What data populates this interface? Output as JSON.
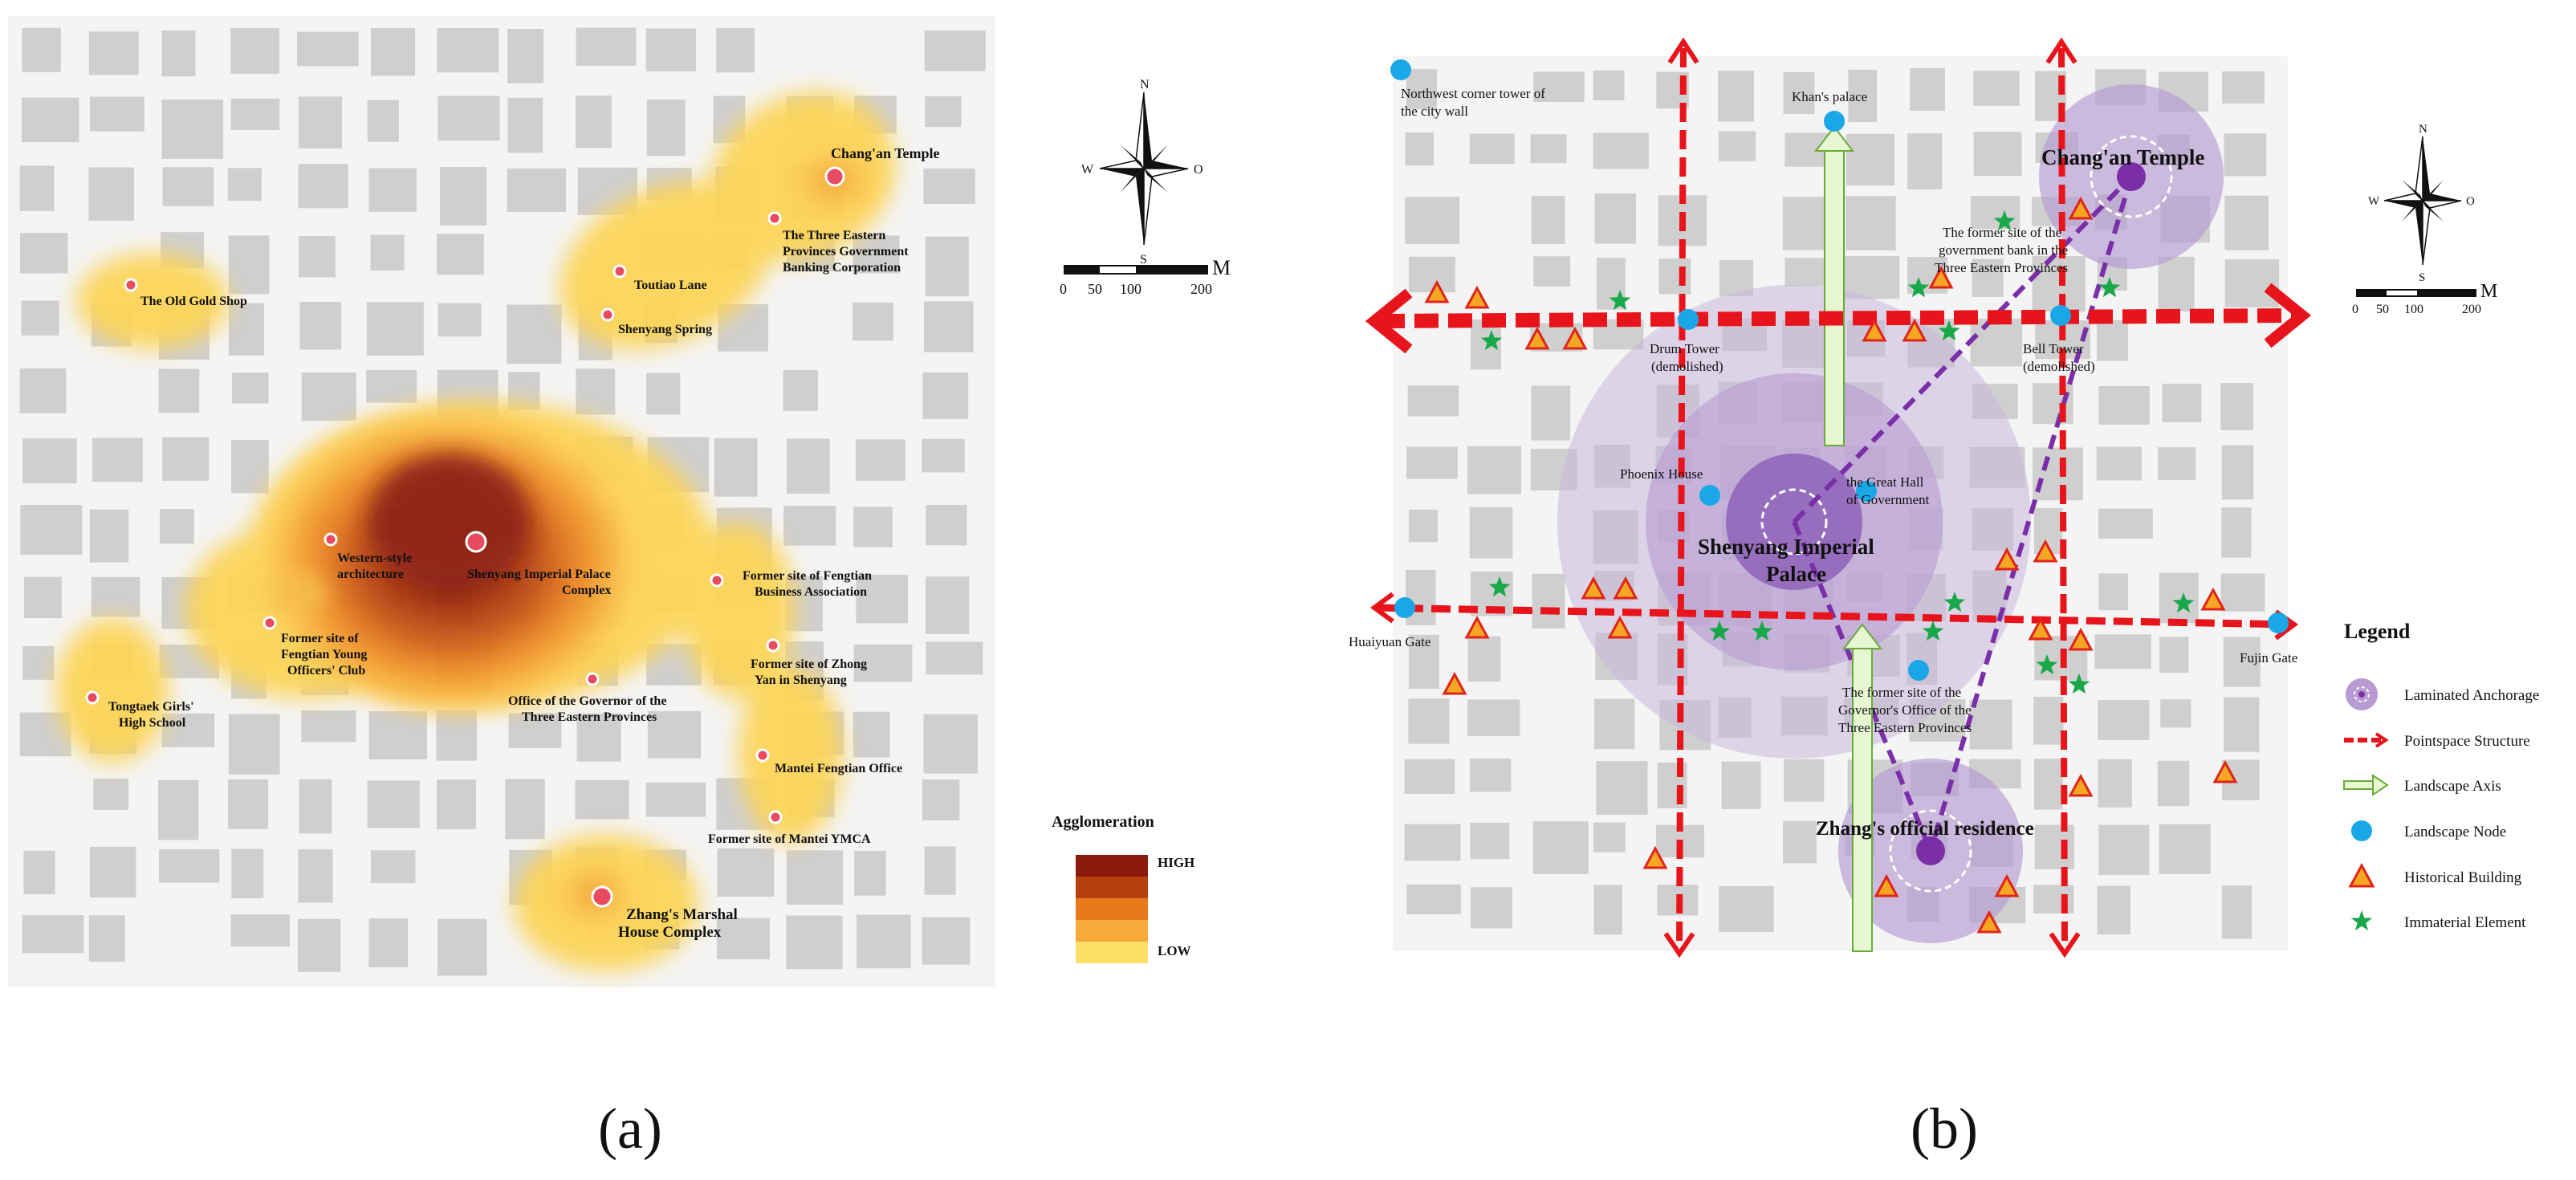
{
  "panel_a": {
    "caption": "(a)",
    "legend": {
      "title": "Agglomeration",
      "high": "HIGH",
      "low": "LOW",
      "ramp_colors": [
        "#8c1a0f",
        "#b4410f",
        "#e87a1c",
        "#f7a93a",
        "#fde068"
      ]
    },
    "labels": {
      "changan_temple": "Chang'an Temple",
      "three_eastern_bank": [
        "The Three Eastern",
        "Provinces Government",
        "Banking Corporation"
      ],
      "toutiao_lane": "Toutiao Lane",
      "shenyang_spring": "Shenyang Spring",
      "old_gold_shop": "The Old Gold Shop",
      "western_style": [
        "Western-style",
        "architecture"
      ],
      "imperial_palace": [
        "Shenyang Imperial Palace",
        "Complex"
      ],
      "fengtian_business": [
        "Former site of Fengtian",
        "Business Association"
      ],
      "young_officers": [
        "Former site of",
        "Fengtian Young",
        "Officers' Club"
      ],
      "zhong_yan": [
        "Former site of Zhong",
        "Yan in Shenyang"
      ],
      "tongtaek": [
        "Tongtaek Girls'",
        "High School"
      ],
      "governor_office": [
        "Office of the Governor of the",
        "Three Eastern Provinces"
      ],
      "mantei_office": "Mantei Fengtian Office",
      "mantei_ymca": "Former site of Mantei YMCA",
      "zhang_marshal": [
        "Zhang's Marshal",
        "House Complex"
      ]
    },
    "north_arrow": {
      "n": "N",
      "s": "S",
      "w": "W",
      "e": "O"
    },
    "scale": {
      "ticks": [
        "0",
        "50",
        "100",
        "200"
      ],
      "unit": "M"
    }
  },
  "panel_b": {
    "caption": "(b)",
    "labels": {
      "northwest_tower": [
        "Northwest corner tower of",
        "the city wall"
      ],
      "khans_palace": "Khan's palace",
      "changan_temple": "Chang'an Temple",
      "gov_bank": [
        "The former site of the",
        "government bank in the",
        "Three Eastern Provinces"
      ],
      "drum_tower": [
        "Drum Tower",
        "(demolished)"
      ],
      "bell_tower": [
        "Bell Tower",
        "(demolished)"
      ],
      "phoenix_house": "Phoenix House",
      "great_hall": [
        "the Great Hall",
        "of Government"
      ],
      "imperial_palace": [
        "Shenyang Imperial",
        "Palace"
      ],
      "huaiyuan_gate": "Huaiyuan Gate",
      "fujin_gate": "Fujin Gate",
      "governor_office": [
        "The former site of the",
        "Governor's Office of the",
        "Three Eastern Provinces"
      ],
      "zhang_residence": "Zhang's official residence"
    },
    "north_arrow": {
      "n": "N",
      "s": "S",
      "w": "W",
      "e": "O"
    },
    "scale": {
      "ticks": [
        "0",
        "50",
        "100",
        "200"
      ],
      "unit": "M"
    },
    "legend": {
      "title": "Legend",
      "items": [
        {
          "key": "laminated",
          "label": "Laminated Anchorage"
        },
        {
          "key": "pointspace",
          "label": "Pointspace Structure"
        },
        {
          "key": "axis",
          "label": "Landscape Axis"
        },
        {
          "key": "node",
          "label": "Landscape Node"
        },
        {
          "key": "historical",
          "label": "Historical Building"
        },
        {
          "key": "immaterial",
          "label": "Immaterial Element"
        }
      ]
    },
    "colors": {
      "pointspace": "#e8141b",
      "axis_fill": "#e6f7d2",
      "axis_stroke": "#6aaa3a",
      "node": "#1aa7e8",
      "historical_fill": "#f5a623",
      "historical_stroke": "#e0241b",
      "immaterial": "#19a849",
      "anchorage": "#8b5fb0",
      "dash_line": "#7a2fa8"
    }
  }
}
